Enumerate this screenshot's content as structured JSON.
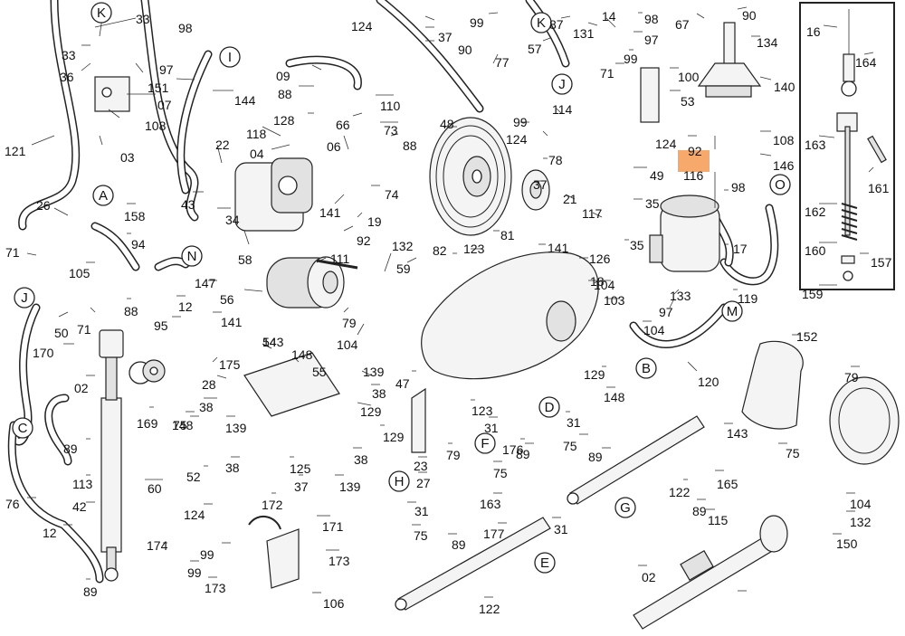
{
  "diagram": {
    "background": "#ffffff",
    "highlight_color": "#f7a86b",
    "highlighted_part": "116",
    "part_numbers": [
      "33",
      "98",
      "33",
      "36",
      "97",
      "07",
      "108",
      "151",
      "03",
      "121",
      "144",
      "22",
      "43",
      "34",
      "58",
      "118",
      "04",
      "09",
      "88",
      "128",
      "66",
      "110",
      "73",
      "06",
      "88",
      "141",
      "74",
      "19",
      "92",
      "111",
      "56",
      "79",
      "104",
      "132",
      "59",
      "124",
      "37",
      "90",
      "99",
      "57",
      "87",
      "131",
      "14",
      "98",
      "97",
      "99",
      "71",
      "67",
      "90",
      "134",
      "100",
      "53",
      "140",
      "108",
      "146",
      "92",
      "116",
      "124",
      "49",
      "48",
      "77",
      "114",
      "124",
      "78",
      "99",
      "37",
      "21",
      "117",
      "35",
      "82",
      "123",
      "141",
      "81",
      "126",
      "35",
      "104",
      "98",
      "17",
      "97",
      "133",
      "18",
      "103",
      "104",
      "119",
      "120",
      "16",
      "164",
      "163",
      "161",
      "162",
      "160",
      "157",
      "159",
      "158",
      "26",
      "94",
      "71",
      "105",
      "88",
      "71",
      "50",
      "12",
      "147",
      "95",
      "141",
      "170",
      "02",
      "175",
      "75",
      "143",
      "148",
      "55",
      "28",
      "38",
      "139",
      "38",
      "139",
      "129",
      "129",
      "54",
      "148",
      "52",
      "38",
      "125",
      "172",
      "37",
      "139",
      "38",
      "60",
      "89",
      "113",
      "76",
      "42",
      "12",
      "89",
      "169",
      "124",
      "171",
      "99",
      "173",
      "174",
      "99",
      "173",
      "106",
      "47",
      "129",
      "148",
      "123",
      "79",
      "23",
      "27",
      "31",
      "75",
      "89",
      "176",
      "122",
      "31",
      "75",
      "89",
      "31",
      "75",
      "89",
      "122",
      "163",
      "177",
      "31",
      "02",
      "143",
      "165",
      "75",
      "89",
      "115",
      "152",
      "79",
      "104",
      "132",
      "150"
    ],
    "circle_labels": [
      "K",
      "I",
      "J",
      "A",
      "N",
      "J",
      "C",
      "B",
      "D",
      "F",
      "H",
      "M",
      "O",
      "G",
      "E",
      "K"
    ]
  }
}
